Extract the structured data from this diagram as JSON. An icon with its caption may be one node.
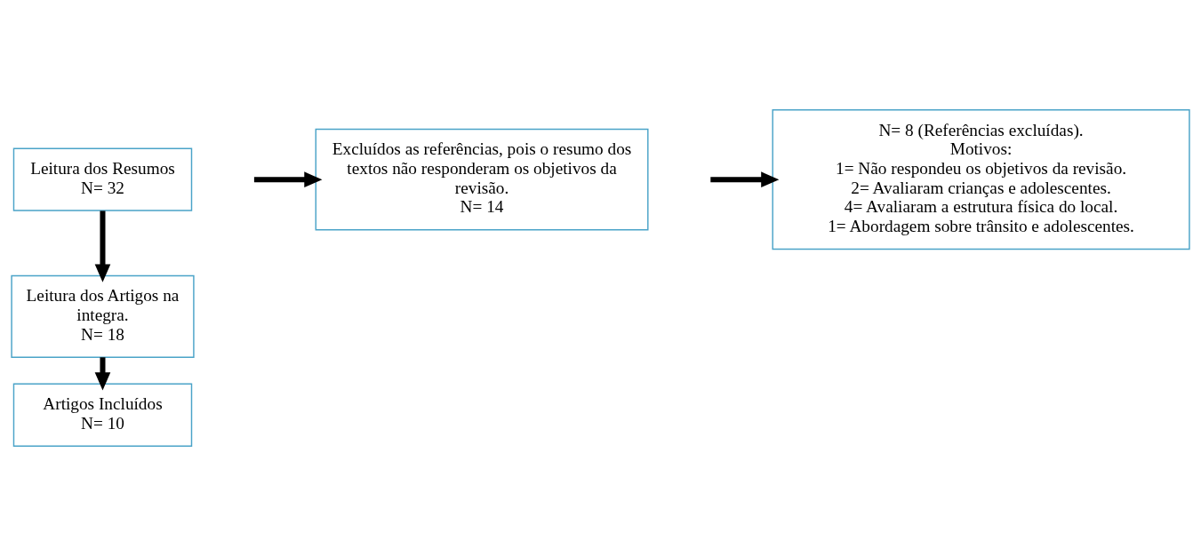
{
  "diagram": {
    "nodes": [
      {
        "text": [
          "Leitura dos Resumos",
          "N= 32"
        ]
      },
      {
        "text": [
          "Excluídos as referências, pois o resumo dos textos não responderam os objetivos da revisão.",
          "N= 14"
        ]
      },
      {
        "text": [
          "Leitura dos Artigos na integra.",
          "N= 18"
        ]
      },
      {
        "text": [
          "N= 8 (Referências excluídas).",
          "Motivos:",
          "1= Não respondeu os objetivos da revisão.",
          "2= Avaliaram crianças e adolescentes.",
          "4= Avaliaram a estrutura física do local.",
          "1= Abordagem sobre trânsito e adolescentes."
        ]
      },
      {
        "text": [
          "Artigos Incluídos",
          "N= 10"
        ]
      }
    ],
    "edges": [
      {
        "from": 0,
        "to": 2,
        "arrow": "to"
      },
      {
        "from": null,
        "to": 1,
        "arrow": "to"
      },
      {
        "from": 2,
        "to": 4,
        "arrow": "to"
      },
      {
        "from": null,
        "to": 3,
        "arrow": "to"
      }
    ]
  }
}
